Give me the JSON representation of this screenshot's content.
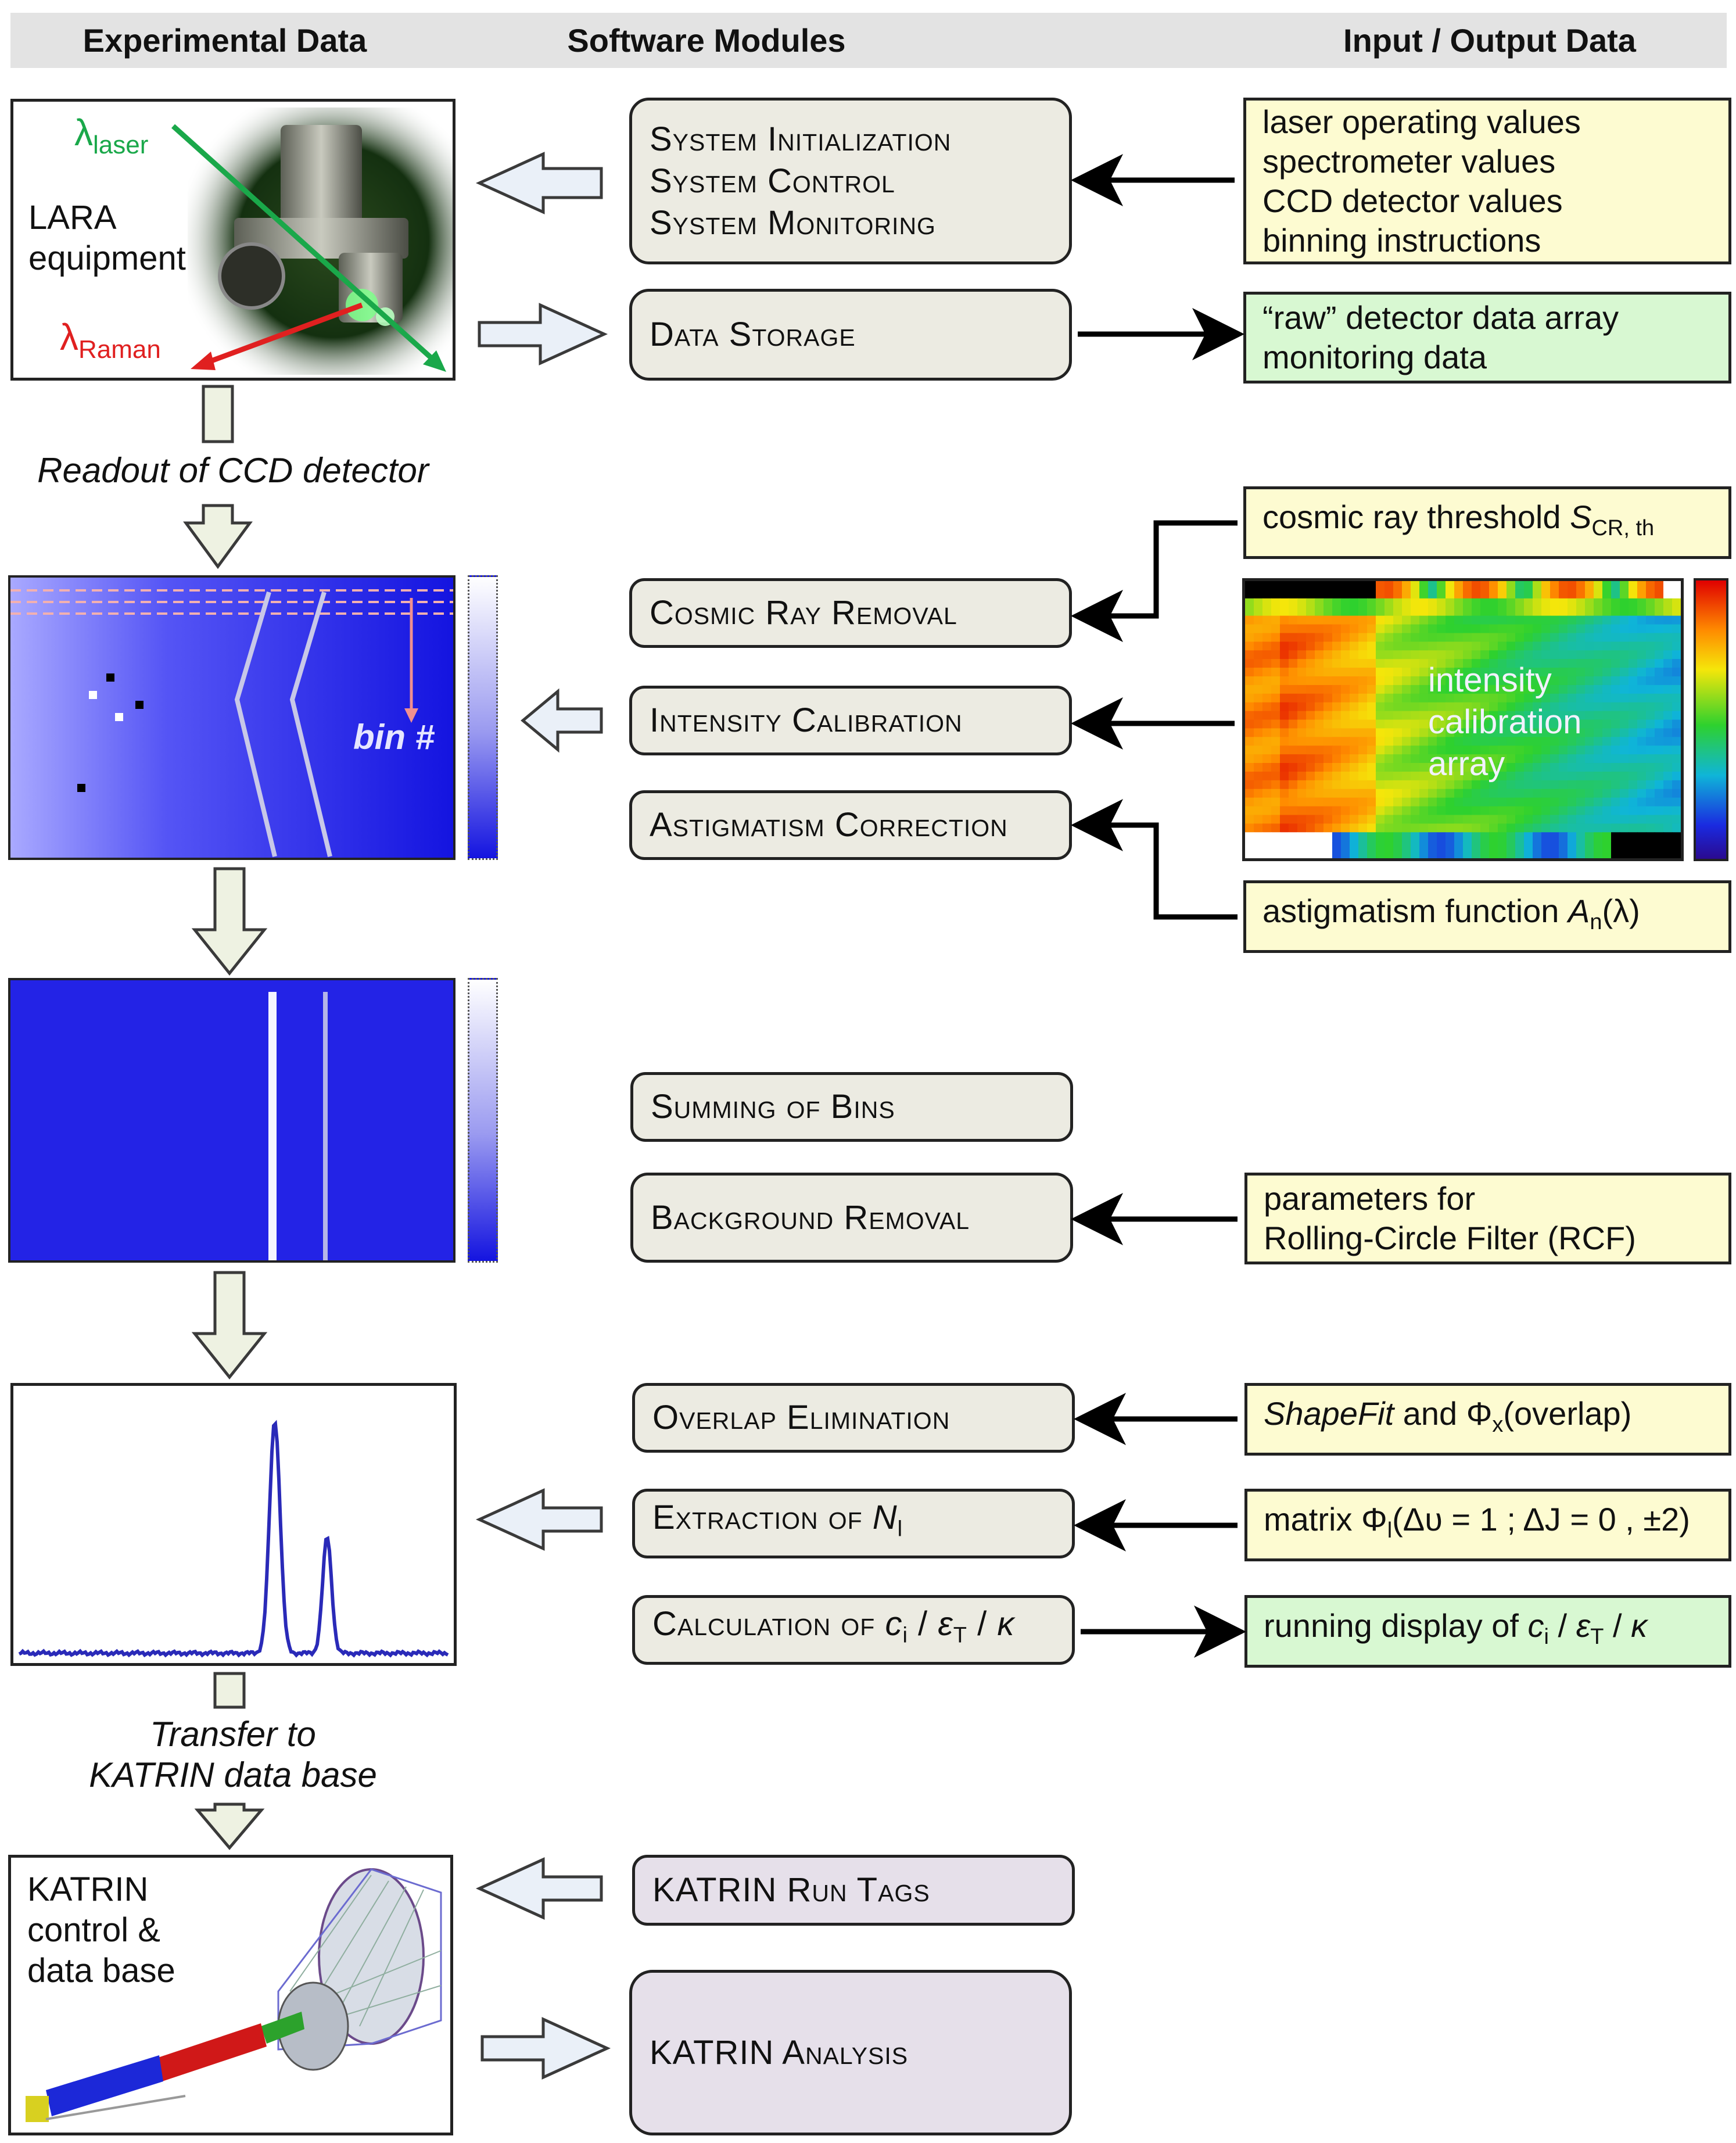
{
  "headers": {
    "experimental": "Experimental Data",
    "software": "Software Modules",
    "io": "Input / Output Data"
  },
  "experimental": {
    "lara_label_line1": "LARA",
    "lara_label_line2": "equipment",
    "lambda_laser_symbol": "λ",
    "lambda_laser_sub": "laser",
    "lambda_raman_symbol": "λ",
    "lambda_raman_sub": "Raman",
    "readout_label": "Readout of CCD detector",
    "bin_label": "bin #",
    "transfer_line1": "Transfer to",
    "transfer_line2": "KATRIN data base",
    "katrin_line1": "KATRIN",
    "katrin_line2": "control &",
    "katrin_line3": "data base"
  },
  "modules": {
    "sys_init": "System Initialization",
    "sys_control": "System Control",
    "sys_monitor": "System Monitoring",
    "data_storage": "Data Storage",
    "cosmic_ray": "Cosmic Ray Removal",
    "intensity_cal": "Intensity Calibration",
    "astigmatism": "Astigmatism Correction",
    "summing": "Summing of Bins",
    "background": "Background Removal",
    "overlap": "Overlap Elimination",
    "extraction_prefix": "Extraction of ",
    "extraction_var": "N",
    "extraction_sub": "l",
    "calc_prefix": "Calculation of ",
    "calc_c": "c",
    "calc_c_sub": "i",
    "calc_eps": "ε",
    "calc_eps_sub": "T",
    "calc_kappa": "κ",
    "katrin_run": "KATRIN Run Tags",
    "katrin_analysis": "KATRIN Analysis"
  },
  "io": {
    "laser_values": "laser operating values",
    "spectro_values": "spectrometer values",
    "ccd_values": "CCD detector values",
    "binning": "binning instructions",
    "raw_data": "“raw” detector data array",
    "monitoring_data": "monitoring data",
    "cosmic_prefix": "cosmic ray threshold ",
    "cosmic_var": "S",
    "cosmic_sub": "CR, th",
    "intensity_line1": "intensity",
    "intensity_line2": "calibration",
    "intensity_line3": "array",
    "astig_prefix": "astigmatism function ",
    "astig_var": "A",
    "astig_sub": "n",
    "astig_arg": "(λ)",
    "rcf_line1": "parameters for",
    "rcf_line2": "Rolling-Circle Filter (RCF)",
    "shapefit_italic": "ShapeFit",
    "shapefit_rest": " and Φ",
    "shapefit_sub": "x",
    "shapefit_tail": "(overlap)",
    "matrix_prefix": "matrix Φ",
    "matrix_sub": "l",
    "matrix_tail": "(Δυ = 1 ; ΔJ = 0 , ±2)",
    "running_prefix": "running display of ",
    "running_c": "c",
    "running_c_sub": "i",
    "running_eps": "ε",
    "running_eps_sub": "T",
    "running_kappa": "κ"
  },
  "colors": {
    "module_fill": "#ecebe2",
    "module_purple": "#e6e0ea",
    "io_yellow": "#fdfbd1",
    "io_green": "#d8f8d2",
    "ccd_blue": "#2323e6",
    "spectrum_line": "#2a2ab8",
    "laser_green": "#1aa84a",
    "raman_red": "#e02020"
  }
}
